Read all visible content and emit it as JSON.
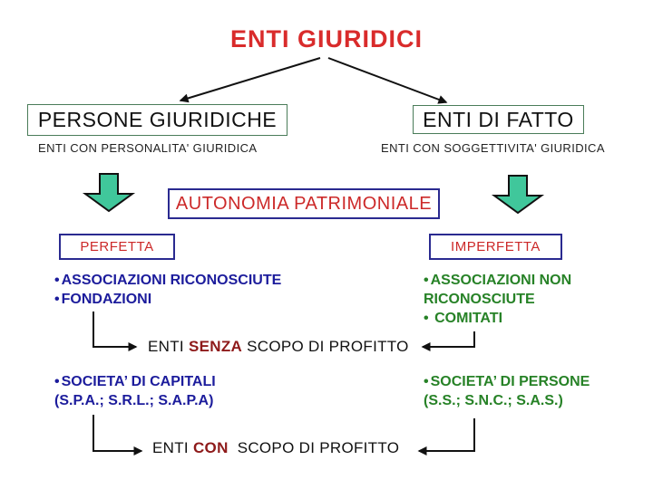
{
  "slide": {
    "title": "ENTI GIURIDICI"
  },
  "branches": {
    "left": {
      "box_label": "PERSONE GIURIDICHE",
      "caption": "ENTI CON PERSONALITA' GIURIDICA"
    },
    "right": {
      "box_label": "ENTI DI FATTO",
      "caption": "ENTI CON SOGGETTIVITA' GIURIDICA"
    }
  },
  "autonomia": {
    "box_label": "AUTONOMIA PATRIMONIALE"
  },
  "perfetta": {
    "box_label": "PERFETTA",
    "items": [
      "ASSOCIAZIONI RICONOSCIUTE",
      "FONDAZIONI"
    ]
  },
  "imperfetta": {
    "box_label": "IMPERFETTA",
    "items": [
      "ASSOCIAZIONI NON RICONOSCIUTE",
      "COMITATI"
    ]
  },
  "no_profit_row": {
    "pre": "ENTI",
    "emphasis": "SENZA",
    "post": "SCOPO DI PROFITTO"
  },
  "profit_row": {
    "pre": "ENTI",
    "emphasis": "CON",
    "post": "SCOPO DI PROFITTO"
  },
  "capital_companies": {
    "name": "SOCIETA’ DI CAPITALI",
    "detail": "(S.P.A.; S.R.L.; S.A.P.A)"
  },
  "partnerships": {
    "name": "SOCIETA’ DI PERSONE",
    "detail": "(S.S.; S.N.C.; S.A.S.)"
  },
  "glyphs": {
    "bullet": "•"
  },
  "colors": {
    "title_red": "#d92b2b",
    "box_red_text": "#cc2929",
    "emphasis_dark_red": "#8e1a1a",
    "navy_text": "#1c1c9c",
    "green_text": "#278227",
    "green_box_border": "#4a7c59",
    "navy_box_border": "#2a2a90",
    "block_arrow_fill": "#40c79b",
    "line_black": "#111111"
  }
}
